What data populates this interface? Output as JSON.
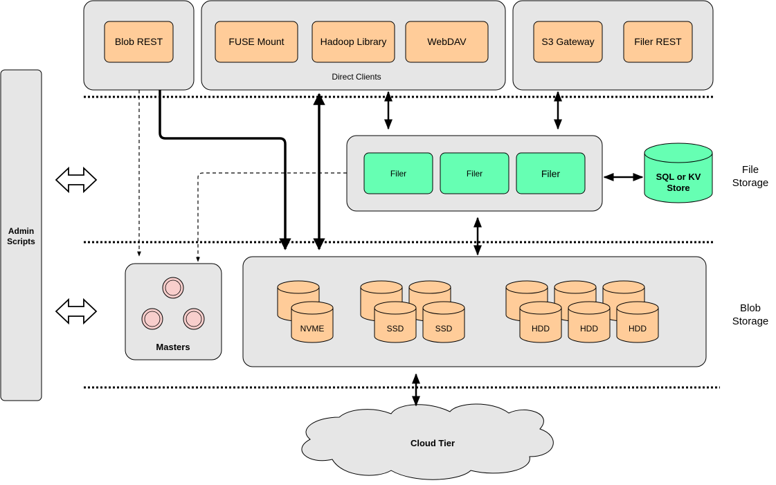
{
  "clients": {
    "blob_rest": "Blob REST",
    "fuse_mount": "FUSE Mount",
    "hadoop_library": "Hadoop Library",
    "webdav": "WebDAV",
    "direct_clients": "Direct Clients",
    "s3_gateway": "S3 Gateway",
    "filer_rest": "Filer REST"
  },
  "file_storage": {
    "filer_1": "Filer",
    "filer_2": "Filer",
    "filer_3": "Filer",
    "store_line1": "SQL or KV",
    "store_line2": "Store",
    "label_line1": "File",
    "label_line2": "Storage"
  },
  "blob_storage": {
    "nvme": "NVME",
    "ssd_1": "SSD",
    "ssd_2": "SSD",
    "hdd_1": "HDD",
    "hdd_2": "HDD",
    "hdd_3": "HDD",
    "label_line1": "Blob",
    "label_line2": "Storage"
  },
  "masters": {
    "label": "Masters"
  },
  "admin": {
    "line1": "Admin",
    "line2": "Scripts"
  },
  "cloud": {
    "label": "Cloud Tier"
  },
  "colors": {
    "group_fill": "#e6e6e6",
    "client_fill": "#ffcc99",
    "filer_fill": "#66ffb3",
    "master_fill": "#f8cecc"
  }
}
